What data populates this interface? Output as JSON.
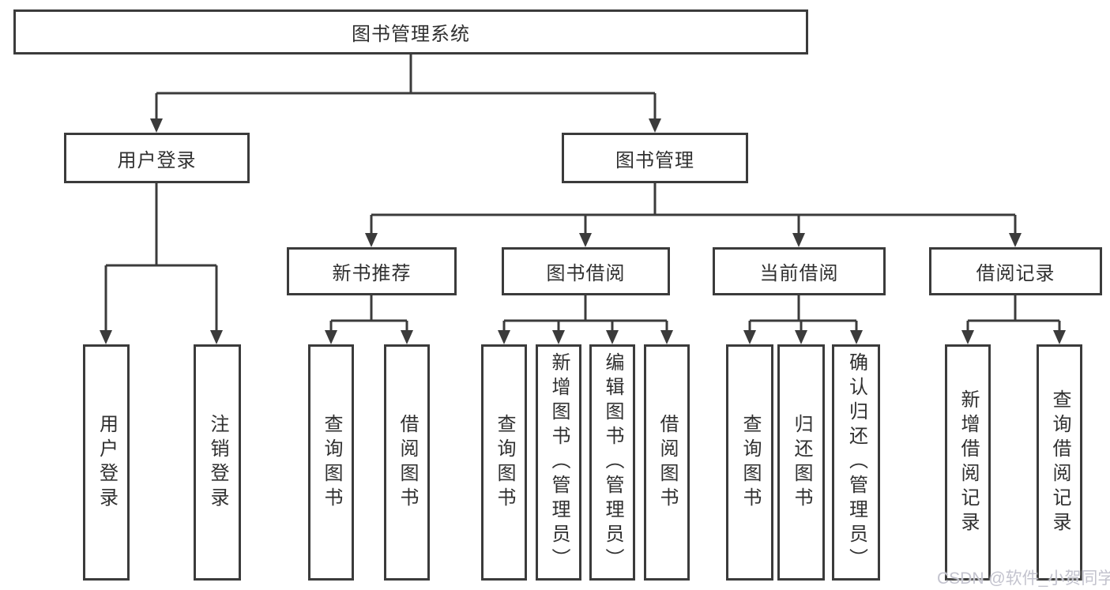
{
  "tree": {
    "root": {
      "label": "图书管理系统"
    },
    "branches": [
      {
        "label": "用户登录",
        "children": [
          {
            "label": "用户登录"
          },
          {
            "label": "注销登录"
          }
        ]
      },
      {
        "label": "图书管理",
        "children": [
          {
            "label": "新书推荐",
            "children": [
              {
                "label": "查询图书"
              },
              {
                "label": "借阅图书"
              }
            ]
          },
          {
            "label": "图书借阅",
            "children": [
              {
                "label": "查询图书"
              },
              {
                "label": "新增图书（管理员）"
              },
              {
                "label": "编辑图书（管理员）"
              },
              {
                "label": "借阅图书"
              }
            ]
          },
          {
            "label": "当前借阅",
            "children": [
              {
                "label": "查询图书"
              },
              {
                "label": "归还图书"
              },
              {
                "label": "确认归还（管理员）"
              }
            ]
          },
          {
            "label": "借阅记录",
            "children": [
              {
                "label": "新增借阅记录"
              },
              {
                "label": "查询借阅记录"
              }
            ]
          }
        ]
      }
    ]
  },
  "watermark": {
    "text": "CSDN @软件_小贺同学"
  },
  "colors": {
    "line": "#3b3b3b",
    "text": "#303030",
    "background": "#ffffff",
    "watermark": "#c3c3ce"
  }
}
